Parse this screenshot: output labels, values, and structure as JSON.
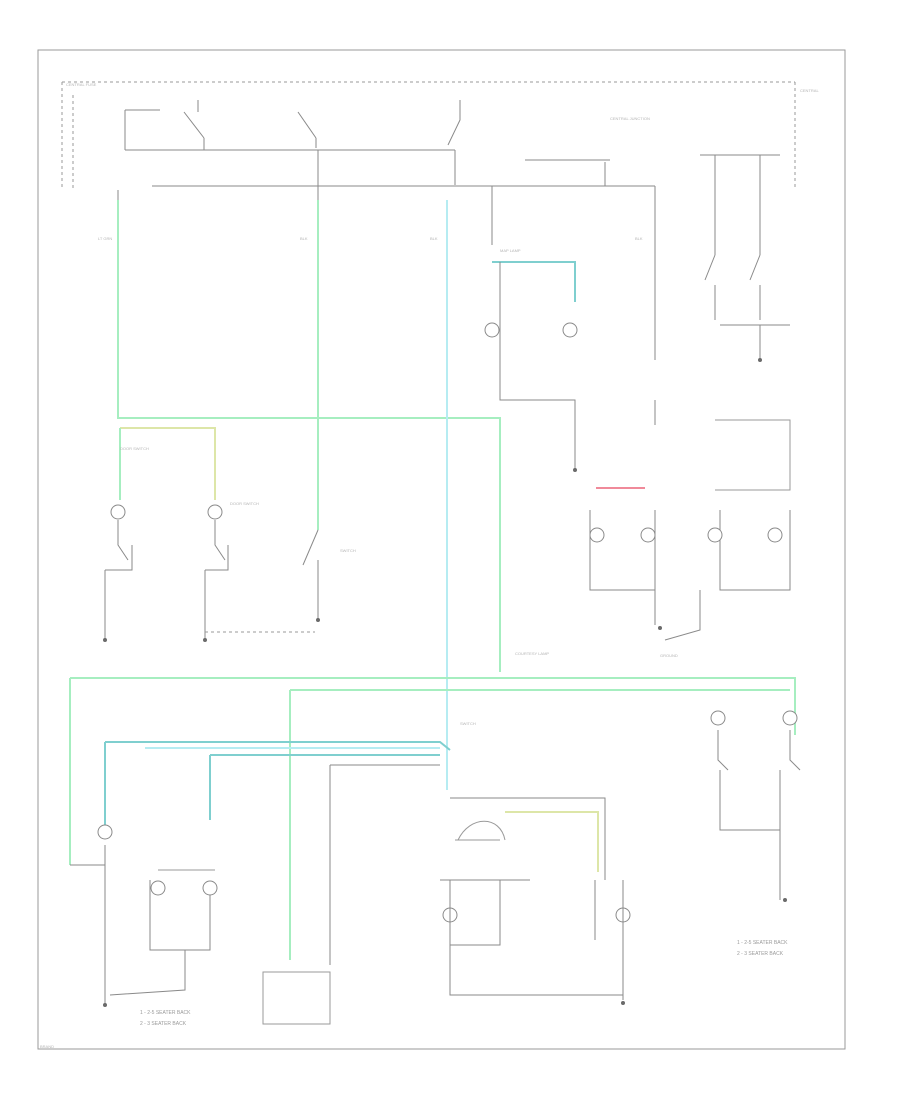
{
  "diagram": {
    "notes": [
      "1 - 2-5 SEATER BACK",
      "2 - 3 SEATER BACK"
    ],
    "notes_left": [
      "1 - 2-5 SEATER BACK",
      "2 - 3 SEATER BACK"
    ],
    "colors": {
      "wire": "#8a8a8a",
      "wire_green": "#a6eec0",
      "wire_cyan": "#b6ecf2",
      "wire_teal": "#7fcfcf",
      "wire_yellow": "#dde6a8",
      "wire_red": "#f08a9a"
    }
  }
}
